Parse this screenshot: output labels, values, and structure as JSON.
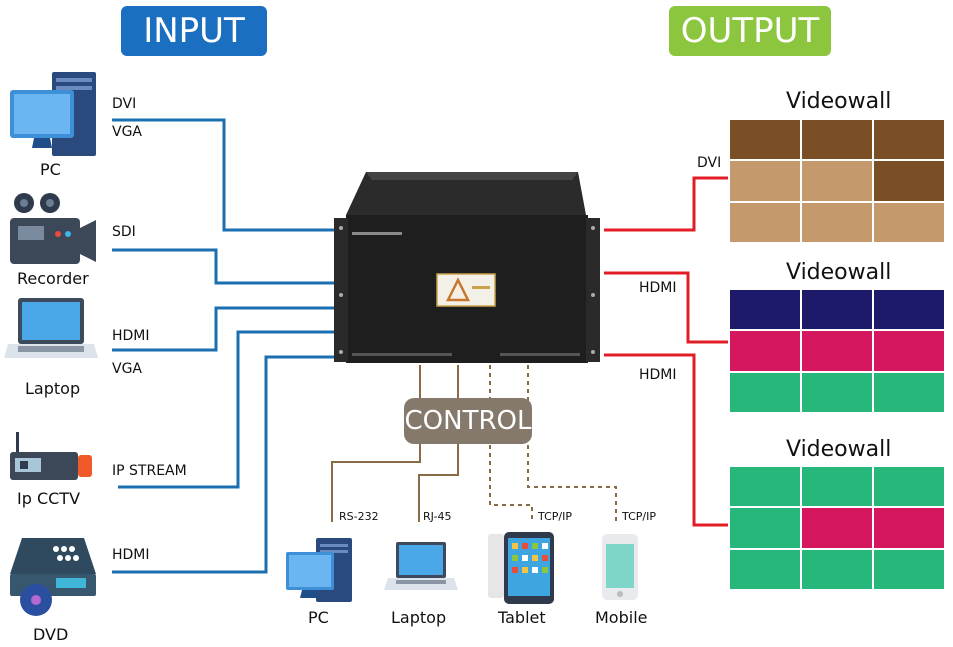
{
  "headers": {
    "input": "INPUT",
    "output": "OUTPUT"
  },
  "colors": {
    "input_header": "#1b6fc0",
    "output_header": "#8cc63e",
    "input_line": "#1a6fb0",
    "output_line": "#e01d26",
    "control_line": "#8b6b46",
    "control_box": "#85796c"
  },
  "inputs": [
    {
      "device": "PC",
      "signals": [
        "DVI",
        "VGA"
      ],
      "icon": "pc-icon"
    },
    {
      "device": "Recorder",
      "signals": [
        "SDI"
      ],
      "icon": "camera-icon"
    },
    {
      "device": "Laptop",
      "signals": [
        "HDMI",
        "VGA"
      ],
      "icon": "laptop-icon"
    },
    {
      "device": "Ip CCTV",
      "signals": [
        "IP STREAM"
      ],
      "icon": "router-icon"
    },
    {
      "device": "DVD",
      "signals": [
        "HDMI"
      ],
      "icon": "dvd-icon"
    }
  ],
  "outputs": [
    {
      "title": "Videowall",
      "signal": "DVI",
      "cells": [
        "#7a4f26",
        "#7a4f26",
        "#7a4f26",
        "#c49a6c",
        "#c49a6c",
        "#7a4f26",
        "#c49a6c",
        "#c49a6c",
        "#c49a6c"
      ]
    },
    {
      "title": "Videowall",
      "signal": "HDMI",
      "cells": [
        "#1e1a6b",
        "#1e1a6b",
        "#1e1a6b",
        "#d4175e",
        "#d4175e",
        "#d4175e",
        "#27b77a",
        "#27b77a",
        "#27b77a"
      ]
    },
    {
      "title": "Videowall",
      "signal": "HDMI",
      "cells": [
        "#27b77a",
        "#27b77a",
        "#27b77a",
        "#27b77a",
        "#d4175e",
        "#d4175e",
        "#27b77a",
        "#27b77a",
        "#27b77a"
      ]
    }
  ],
  "control": {
    "label": "CONTROL",
    "links": [
      {
        "protocol": "RS-232",
        "device": "PC",
        "icon": "pc-icon"
      },
      {
        "protocol": "RJ-45",
        "device": "Laptop",
        "icon": "laptop-icon"
      },
      {
        "protocol": "TCP/IP",
        "device": "Tablet",
        "icon": "tablet-icon"
      },
      {
        "protocol": "TCP/IP",
        "device": "Mobile",
        "icon": "mobile-icon"
      }
    ]
  }
}
